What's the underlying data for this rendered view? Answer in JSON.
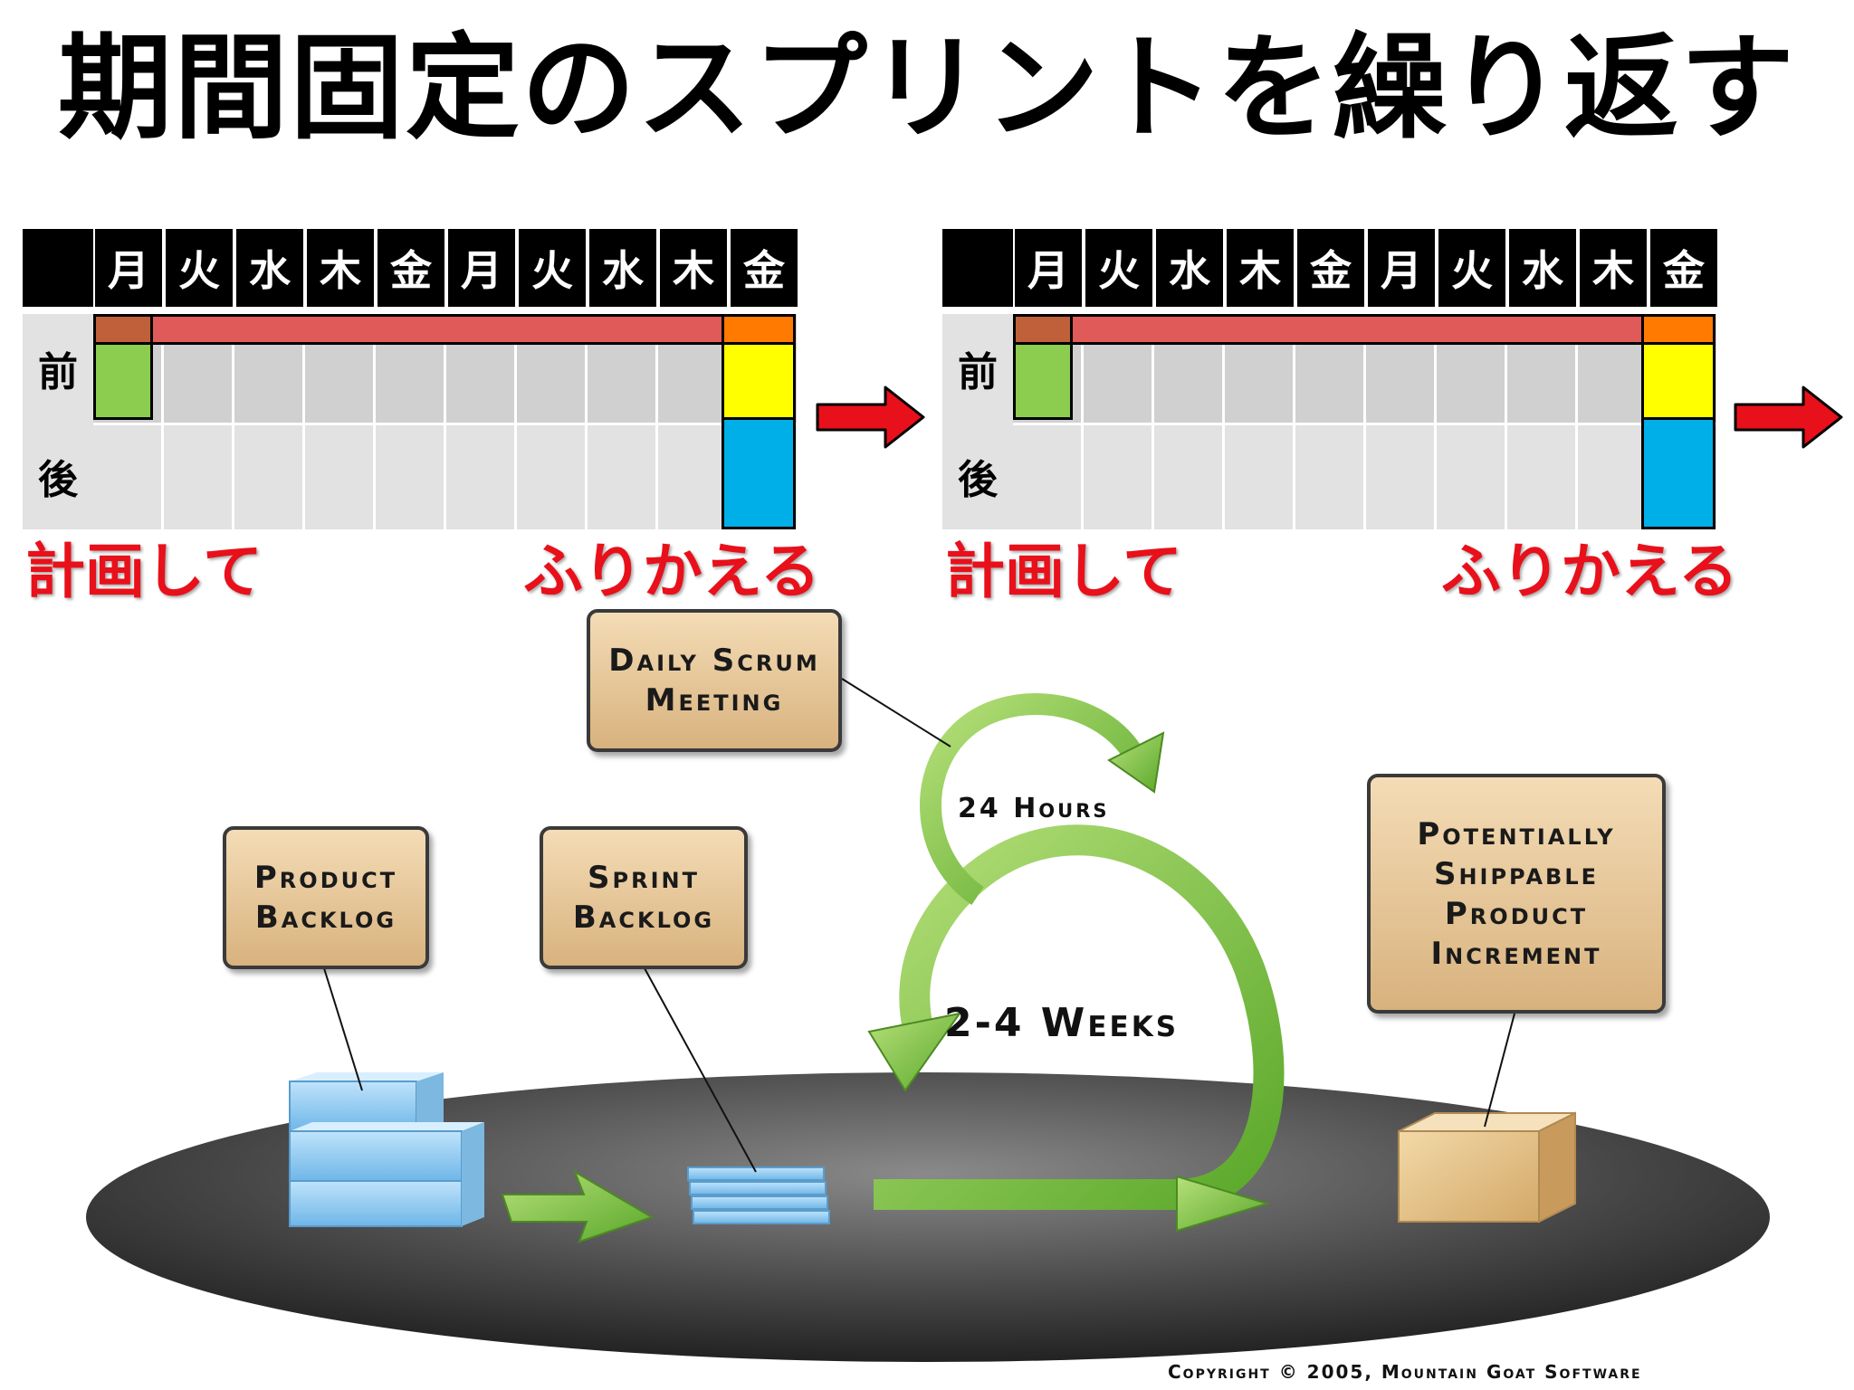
{
  "title": "期間固定のスプリントを繰り返す",
  "schedule": {
    "days": [
      "月",
      "火",
      "水",
      "木",
      "金",
      "月",
      "火",
      "水",
      "木",
      "金"
    ],
    "row_labels": [
      "前",
      "後"
    ],
    "plan_label": "計画して",
    "retro_label": "ふりかえる"
  },
  "colors": {
    "header_bg": "#000000",
    "sprint_bar": "#e05a5a",
    "planning_top": "#c0603a",
    "planning": "#8ccc4e",
    "review_top": "#ff7a00",
    "review": "#ffff00",
    "retrospective": "#00aee8",
    "arrow": "#e8101a",
    "label_red": "#e8101a"
  },
  "diagram": {
    "daily_scrum": "Daily Scrum\nMeeting",
    "product_backlog": "Product\nBacklog",
    "sprint_backlog": "Sprint\nBacklog",
    "increment": "Potentially\nShippable\nProduct\nIncrement",
    "hours": "24 Hours",
    "weeks": "2-4 Weeks",
    "copyright": "Copyright © 2005, Mountain Goat Software"
  }
}
